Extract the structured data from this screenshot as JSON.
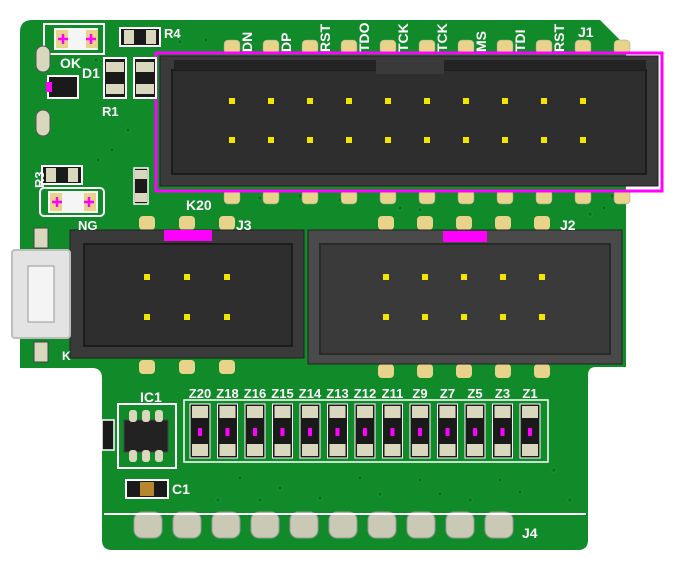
{
  "board": {
    "colors": {
      "background": "#ffffff",
      "soldermask": "#118a2a",
      "soldermask_dark": "#0c6f20",
      "silkscreen": "#ffffff",
      "pad": "#d9d8bf",
      "pad_gold": "#e8d38a",
      "header_body": "#3a3a3a",
      "header_inner": "#2b2b2b",
      "pin": "#f2e600",
      "highlight": "#ff00ff"
    }
  },
  "labels": {
    "j1_pins": [
      "DN",
      "DP",
      "RST",
      "TDO",
      "TCK",
      "TCK",
      "MS",
      "TDI",
      "RST"
    ],
    "j1": "J1",
    "j2": "J2",
    "j3": "J3",
    "j4": "J4",
    "r4": "R4",
    "r1": "R1",
    "r3": "R3",
    "d1": "D1",
    "ok": "OK",
    "ng": "NG",
    "k20": "K20",
    "k": "K",
    "ic1": "IC1",
    "c1": "C1",
    "diodes": [
      "Z20",
      "Z18",
      "Z16",
      "Z15",
      "Z14",
      "Z13",
      "Z12",
      "Z11",
      "Z9",
      "Z7",
      "Z5",
      "Z3",
      "Z1"
    ]
  }
}
